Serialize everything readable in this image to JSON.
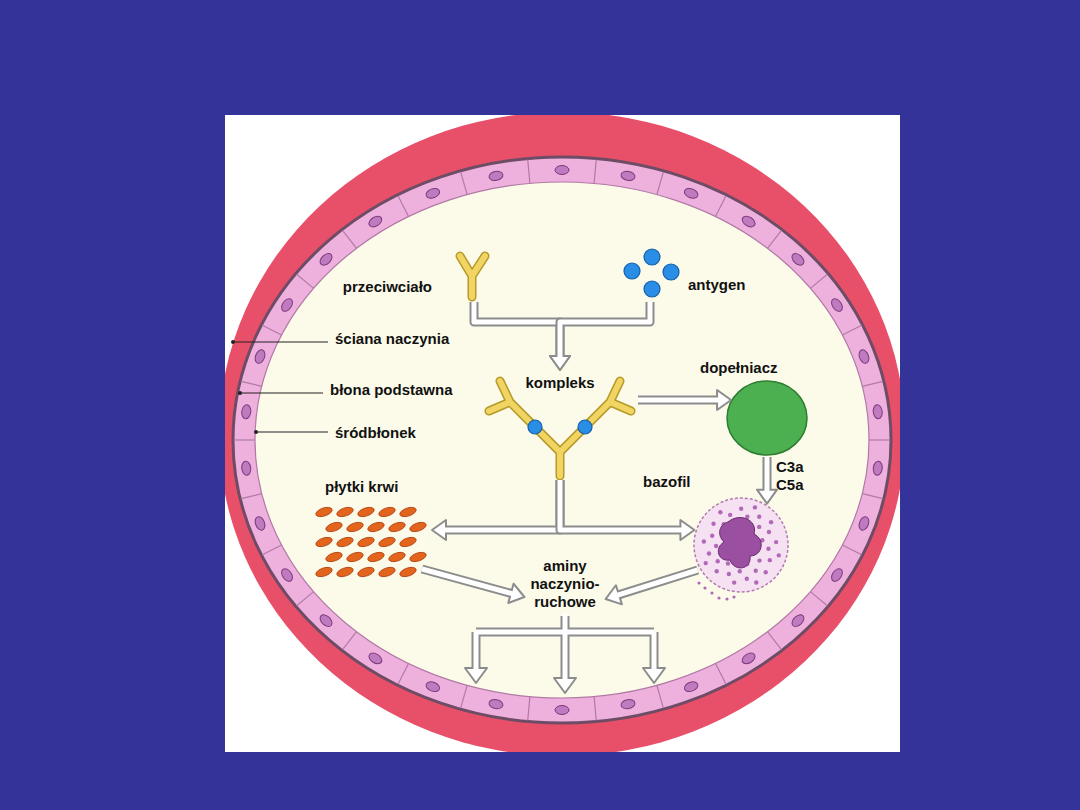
{
  "diagram": {
    "nodes": [
      {
        "text": [
          "przeciwciało"
        ]
      },
      {
        "text": [
          "antygen"
        ]
      },
      {
        "text": [
          "kompleks"
        ]
      },
      {
        "text": [
          "dopełniacz"
        ]
      },
      {
        "text": [
          "bazofil"
        ]
      },
      {
        "text": [
          "płytki krwi"
        ]
      },
      {
        "text": [
          "aminy naczynio- ruchowe"
        ]
      }
    ],
    "edges": [
      {
        "from": 0,
        "to": 2,
        "arrow": "to"
      },
      {
        "from": 1,
        "to": 2,
        "arrow": "to"
      },
      {
        "from": 2,
        "to": 3,
        "arrow": "to"
      },
      {
        "from": 3,
        "to": 4,
        "label": "C3a C5a",
        "arrow": "to"
      },
      {
        "from": 2,
        "to": 5,
        "arrow": "to"
      },
      {
        "from": 2,
        "to": 4,
        "arrow": "to"
      },
      {
        "from": 5,
        "to": 6,
        "arrow": "to"
      },
      {
        "from": 4,
        "to": 6,
        "arrow": "to"
      }
    ],
    "labels": [
      "ściana naczynia",
      "błona podstawna",
      "śródbłonek"
    ]
  }
}
